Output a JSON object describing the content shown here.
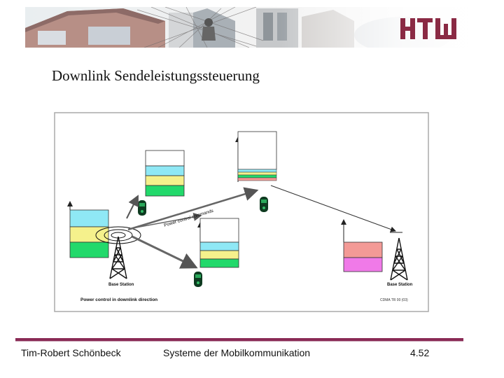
{
  "slide": {
    "title": "Downlink Sendeleistungssteuerung",
    "banner_logo": "HTW"
  },
  "diagram": {
    "left_station_label": "Base Station",
    "right_station_label": "Base Station",
    "power_command_label": "Power control commands",
    "caption": "Power control in downlink direction",
    "credit": "CDMA TR 00 (03)",
    "colors": {
      "white": "#ffffff",
      "cyan": "#8fe8f5",
      "yellow": "#f5f18c",
      "green": "#22d96b",
      "pink": "#f39a96",
      "magenta": "#f07ae8"
    }
  },
  "footer": {
    "author": "Tim-Robert Schönbeck",
    "course": "Systeme der Mobilkommunikation",
    "page": "4.52"
  }
}
